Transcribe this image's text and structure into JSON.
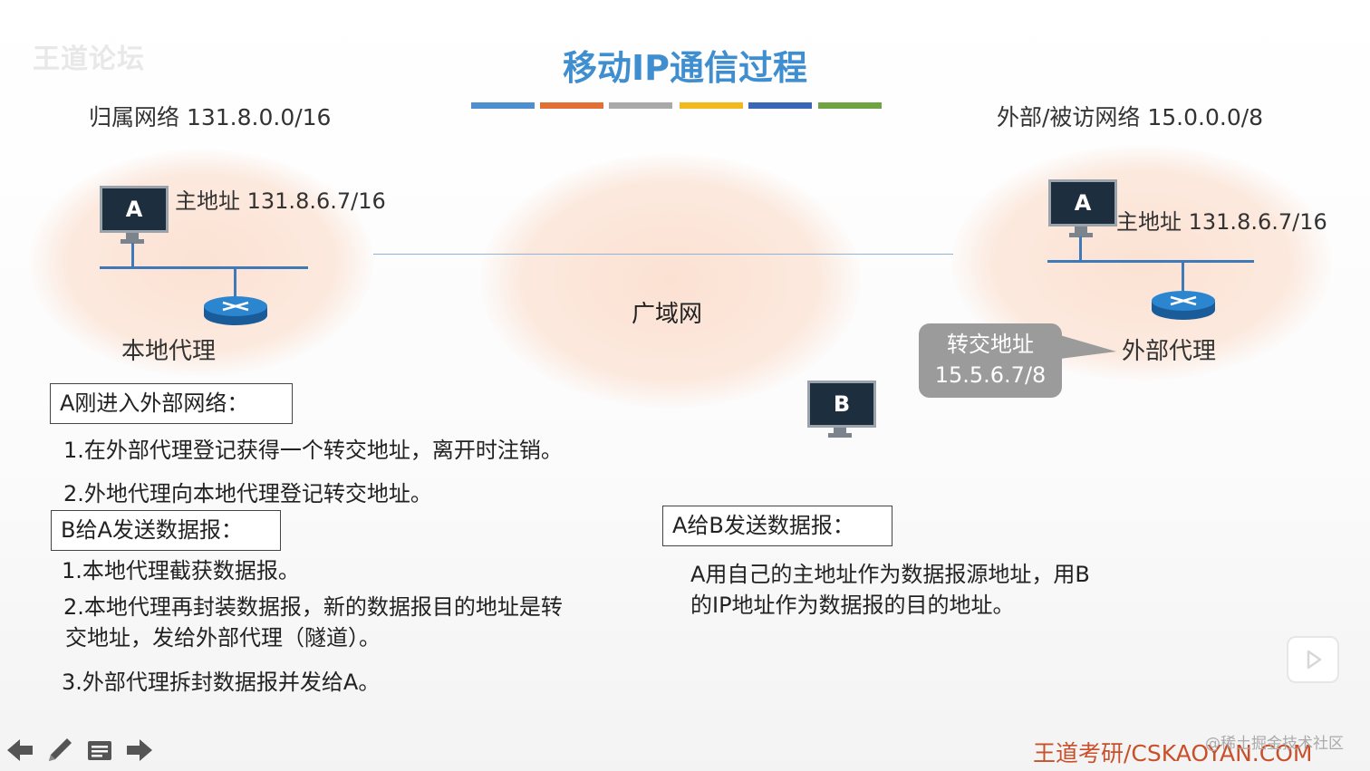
{
  "watermark": "王道论坛",
  "title": "移动IP通信过程",
  "colors": {
    "title": "#3e8ed0",
    "bars": [
      "#4e8fcf",
      "#e07033",
      "#a9a9a9",
      "#f2b91c",
      "#3a66b7",
      "#6fa541"
    ],
    "footer": "#c8502a"
  },
  "home_network": {
    "label": "归属网络 131.8.0.0/16",
    "host": "A",
    "host_addr": "主地址 131.8.6.7/16",
    "agent": "本地代理"
  },
  "wan": {
    "label": "广域网"
  },
  "foreign_network": {
    "label": "外部/被访网络 15.0.0.0/8",
    "host": "A",
    "host_addr": "主地址 131.8.6.7/16",
    "agent": "外部代理",
    "care_of": {
      "line1": "转交地址",
      "line2": "15.5.6.7/8"
    }
  },
  "host_b": "B",
  "section1": {
    "heading": "A刚进入外部网络：",
    "items": [
      "1.在外部代理登记获得一个转交地址，离开时注销。",
      "2.外地代理向本地代理登记转交地址。"
    ]
  },
  "section2": {
    "heading": "B给A发送数据报：",
    "items": [
      "1.本地代理截获数据报。",
      "2.本地代理再封装数据报，新的数据报目的地址是转",
      "交地址，发给外部代理（隧道）。",
      "3.外部代理拆封数据报并发给A。"
    ]
  },
  "section3": {
    "heading": "A给B发送数据报：",
    "items": [
      "A用自己的主地址作为数据报源地址，用B",
      "的IP地址作为数据报的目的地址。"
    ]
  },
  "footer": "王道考研/CSKAOYAN.COM",
  "credit": "@稀土掘金技术社区",
  "nav": {
    "prev": "arrow-left-icon",
    "pen": "pen-icon",
    "menu": "menu-icon",
    "next": "arrow-right-icon"
  }
}
